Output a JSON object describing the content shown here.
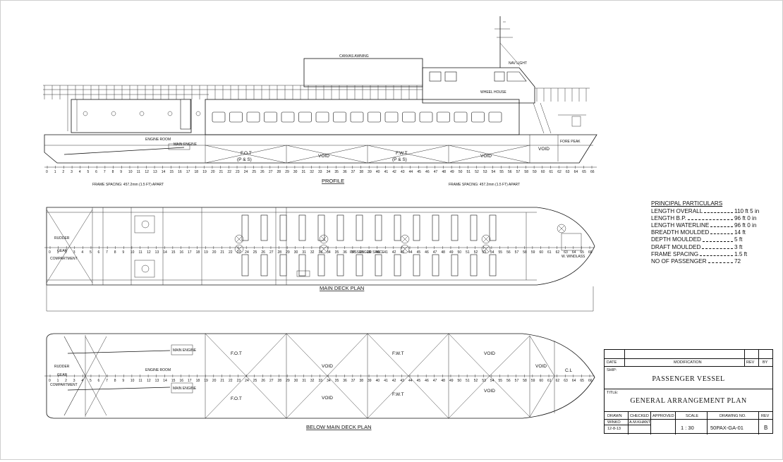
{
  "profile": {
    "caption": "PROFILE",
    "canvas_awning": "CANVAS AWNING",
    "nav_light": "NAV LIGHT",
    "wheel_house": "WHEEL HOUSE",
    "engine_room": "ENGINE ROOM",
    "main_engine": "MAIN ENGINE",
    "fot": "F.O.T",
    "ps": "(P & S)",
    "void": "VOID",
    "fwt": "F.W.T",
    "fore_peak": "FORE PEAK",
    "frame_spacing_note": "FRAME SPACING: 457.2mm (1.5 FT) APART"
  },
  "main_deck": {
    "caption": "MAIN DECK PLAN",
    "rudder_gear_compartment": [
      "RUDDER",
      "GEAR",
      "COMPARTMENT"
    ],
    "passenger_space": "PASSENGER SPACE",
    "windlass": "W. WINDLASS"
  },
  "below_deck": {
    "caption": "BELOW MAIN DECK PLAN",
    "rudder_gear_compartment": [
      "RUDDER",
      "GEAR",
      "COMPARTMENT"
    ],
    "engine_room": "ENGINE ROOM",
    "main_engine": "MAIN ENGINE",
    "fot": "F.O.T",
    "void": "VOID",
    "fwt": "F.W.T",
    "cl": "C.L"
  },
  "frame_numbers": [
    "0",
    "1",
    "2",
    "3",
    "4",
    "5",
    "6",
    "7",
    "8",
    "9",
    "10",
    "11",
    "12",
    "13",
    "14",
    "15",
    "16",
    "17",
    "18",
    "19",
    "20",
    "21",
    "22",
    "23",
    "24",
    "25",
    "26",
    "27",
    "28",
    "29",
    "30",
    "31",
    "32",
    "33",
    "34",
    "35",
    "36",
    "37",
    "38",
    "39",
    "40",
    "41",
    "42",
    "43",
    "44",
    "45",
    "46",
    "47",
    "48",
    "49",
    "50",
    "51",
    "52",
    "53",
    "54",
    "55",
    "56",
    "57",
    "58",
    "59",
    "60",
    "61",
    "62",
    "63",
    "64",
    "65",
    "66"
  ],
  "principal_particulars": {
    "title": "PRINCIPAL PARTICULARS",
    "rows": [
      {
        "label": "LENGTH OVERALL",
        "value": "110 ft 5 in"
      },
      {
        "label": "LENGTH B.P.",
        "value": "96 ft 0 in"
      },
      {
        "label": "LENGTH WATERLINE",
        "value": "96 ft 0 in"
      },
      {
        "label": "BREADTH MOULDED",
        "value": "14 ft"
      },
      {
        "label": "DEPTH MOULDED",
        "value": "5 ft"
      },
      {
        "label": "DRAFT MOULDED",
        "value": "3 ft"
      },
      {
        "label": "FRAME SPACING",
        "value": "1.5 ft"
      },
      {
        "label": "NO OF PASSENGER",
        "value": "72"
      }
    ]
  },
  "title_block": {
    "date_label": "DATE",
    "modification_label": "MODIFICATION",
    "rev_label": "REV",
    "by_label": "BY",
    "ship_label": "SHIP:",
    "ship_name": "PASSENGER VESSEL",
    "title_label": "TITLE:",
    "title": "GENERAL ARRANGEMENT PLAN",
    "drawn_label": "DRAWN",
    "drawn_by": "WINKO",
    "drawn_date": "12-8-13",
    "checked_label": "CHECKED",
    "checked_by": "A.M.KHANT",
    "approved_label": "APPROVED",
    "scale_label": "SCALE",
    "scale": "1 : 30",
    "drawing_no_label": "DRAWING NO.",
    "drawing_no": "50PAX-GA-01",
    "rev_value": "B"
  }
}
